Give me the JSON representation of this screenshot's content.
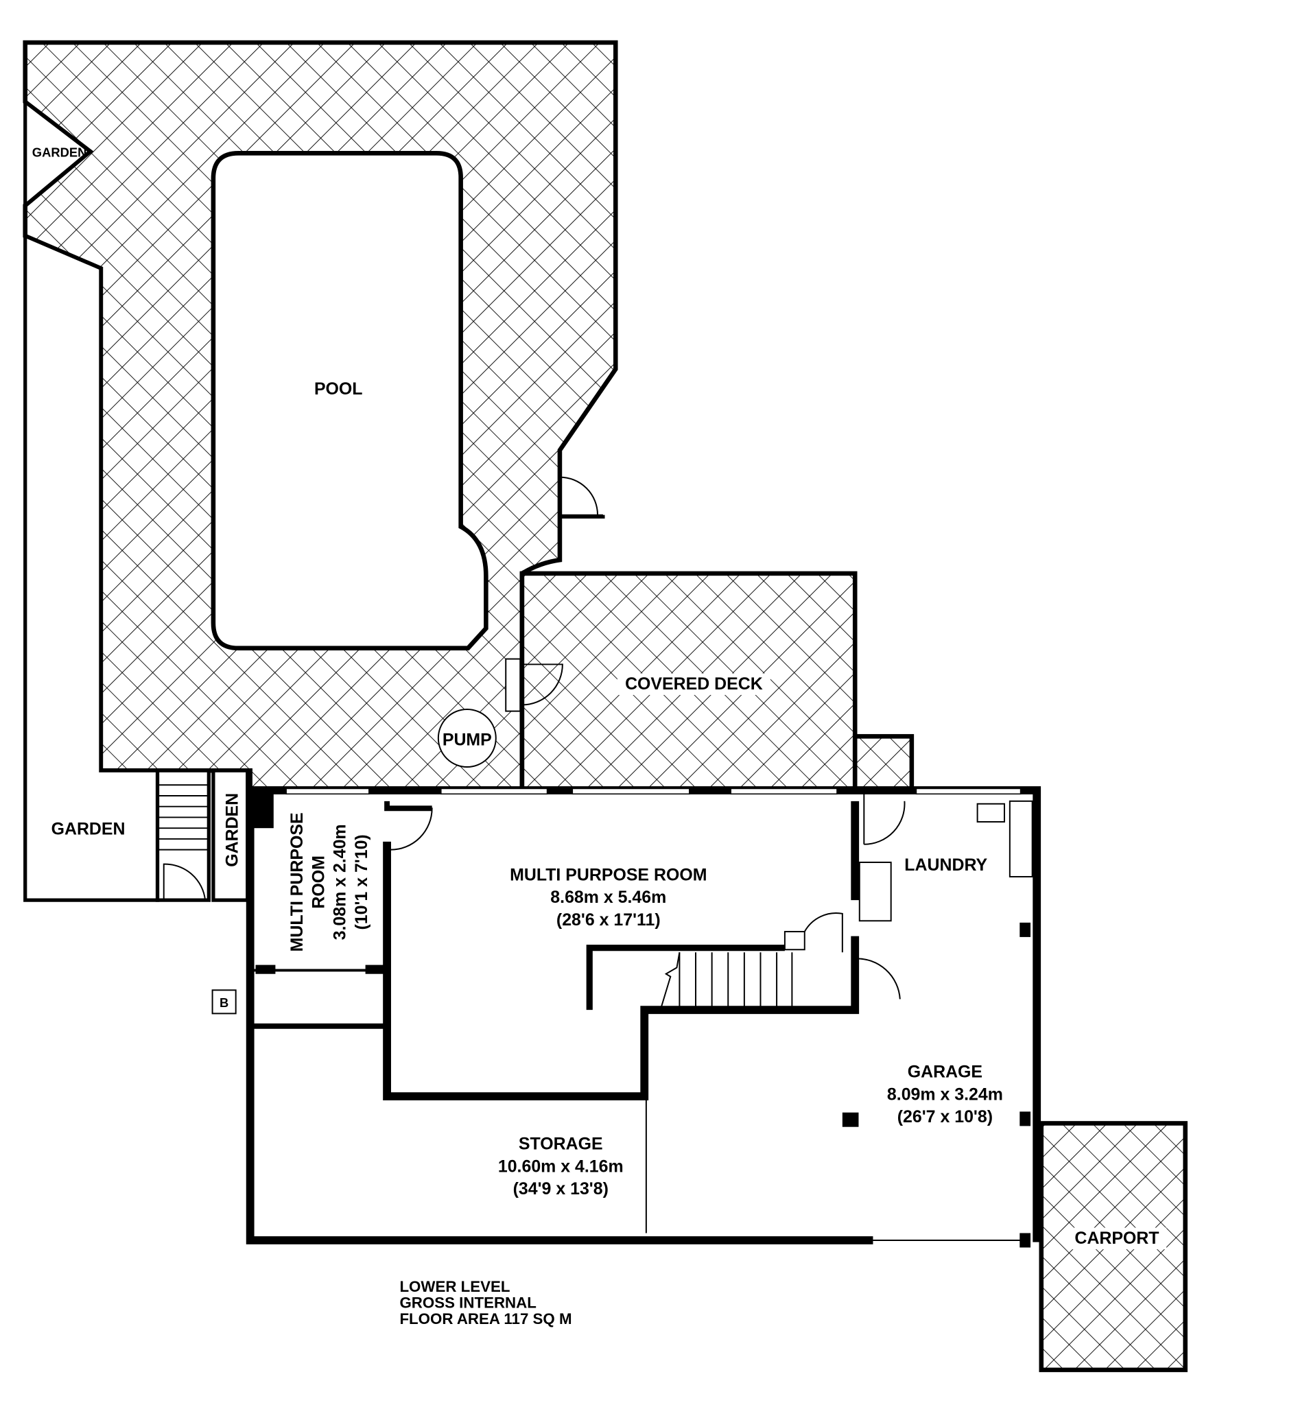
{
  "rooms": {
    "pool": "POOL",
    "garden_top_left": "GARDEN",
    "garden_left": "GARDEN",
    "garden_small": "GARDEN",
    "covered_deck": "COVERED DECK",
    "pump": "PUMP",
    "mp_room_small": {
      "name_line1": "MULTI PURPOSE",
      "name_line2": "ROOM",
      "metric": "3.08m x 2.40m",
      "imperial": "(10'1 x 7'10)"
    },
    "mp_room": {
      "name": "MULTI PURPOSE ROOM",
      "metric": "8.68m x 5.46m",
      "imperial": "(28'6 x 17'11)"
    },
    "laundry": "LAUNDRY",
    "garage": {
      "name": "GARAGE",
      "metric": "8.09m x 3.24m",
      "imperial": "(26'7 x 10'8)"
    },
    "storage": {
      "name": "STORAGE",
      "metric": "10.60m x 4.16m",
      "imperial": "(34'9 x 13'8)"
    },
    "carport": "CARPORT",
    "marker_b": "B"
  },
  "footer": {
    "line1": "LOWER LEVEL",
    "line2": "GROSS INTERNAL",
    "line3": "FLOOR AREA 117 SQ M"
  }
}
